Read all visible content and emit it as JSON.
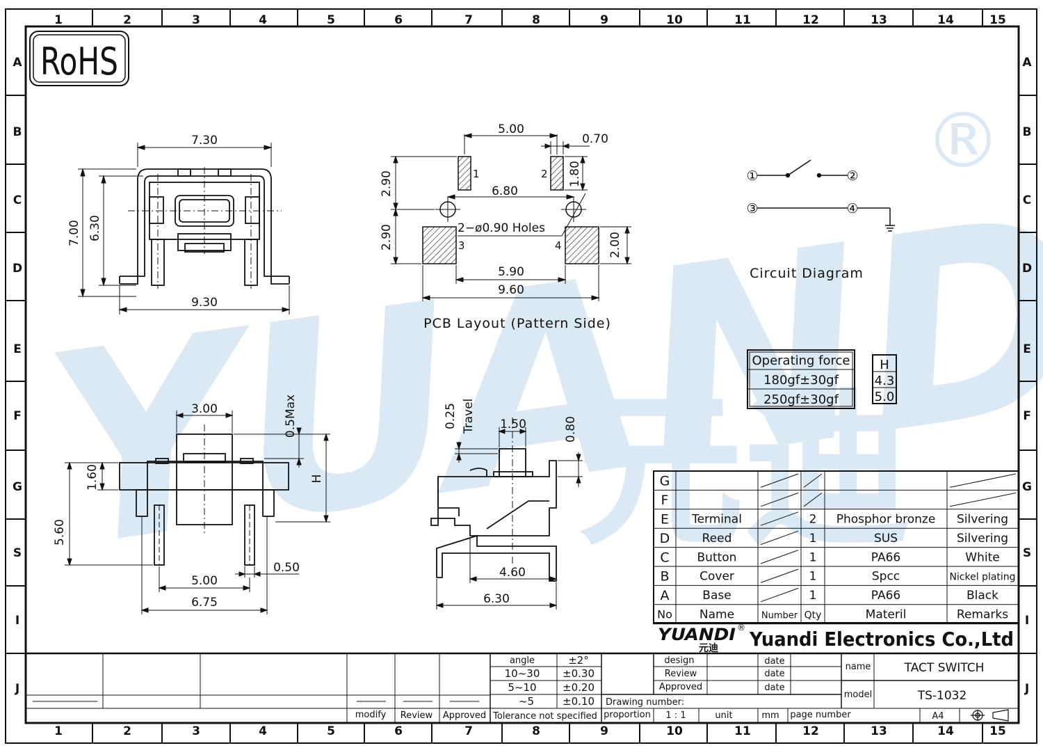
{
  "colors": {
    "ink": "#111111",
    "watermark": "#dbe9f4",
    "hatch": "#222222"
  },
  "border": {
    "columns": [
      "1",
      "2",
      "3",
      "4",
      "5",
      "6",
      "7",
      "8",
      "9",
      "10",
      "11",
      "12",
      "13",
      "14",
      "15"
    ],
    "rows_left": [
      "A",
      "B",
      "C",
      "D",
      "E",
      "F",
      "G",
      "S",
      "I",
      "J"
    ],
    "rows_right": [
      "A",
      "B",
      "C",
      "D",
      "E",
      "F",
      "G",
      "S",
      "I",
      "J"
    ]
  },
  "rohs_label": "RoHS",
  "watermark": {
    "brand": "YUANDI",
    "registered": "®",
    "cn": "元迪"
  },
  "top_view": {
    "width_top": "7.30",
    "height_total": "7.00",
    "height_inner": "6.30",
    "width_bottom": "9.30"
  },
  "pcb_layout": {
    "pitch_top": "5.00",
    "pad_width": "0.70",
    "pad_height": "1.80",
    "hole_pitch": "6.80",
    "upper_offset": "2.90",
    "lower_offset": "2.90",
    "holes_note": "2−ø0.90  Holes",
    "pad_size": "2.00",
    "inner_span": "5.90",
    "outer_span": "9.60",
    "pins": [
      "1",
      "2",
      "3",
      "4"
    ],
    "caption": "PCB  Layout  (Pattern  Side)"
  },
  "circuit": {
    "nodes": [
      "①",
      "②",
      "③",
      "④"
    ],
    "caption": "Circuit  Diagram"
  },
  "force_table": {
    "header": "Operating force",
    "rows": [
      "180gf±30gf",
      "250gf±30gf"
    ],
    "h_header": "H",
    "h_values": [
      "4.3",
      "5.0"
    ]
  },
  "front_view": {
    "top_width": "3.00",
    "max_label": "0.5Max",
    "h_label": "H",
    "body_height": "1.60",
    "total_height": "5.60",
    "pin_width": "0.50",
    "pin_pitch": "5.00",
    "overall_width": "6.75"
  },
  "side_view": {
    "travel_value": "0.25",
    "travel_label": "Travel",
    "actuator_width": "1.50",
    "step_height": "0.80",
    "body_width": "4.60",
    "overall_width": "6.30"
  },
  "bom": {
    "headers": [
      "No",
      "Name",
      "Number",
      "Qty",
      "Materil",
      "Remarks"
    ],
    "rows": [
      {
        "no": "G",
        "name": "",
        "qty": "",
        "material": "",
        "remarks": ""
      },
      {
        "no": "F",
        "name": "",
        "qty": "",
        "material": "",
        "remarks": ""
      },
      {
        "no": "E",
        "name": "Terminal",
        "qty": "2",
        "material": "Phosphor bronze",
        "remarks": "Silvering"
      },
      {
        "no": "D",
        "name": "Reed",
        "qty": "1",
        "material": "SUS",
        "remarks": "Silvering"
      },
      {
        "no": "C",
        "name": "Button",
        "qty": "1",
        "material": "PA66",
        "remarks": "White"
      },
      {
        "no": "B",
        "name": "Cover",
        "qty": "1",
        "material": "Spcc",
        "remarks": "Nickel plating"
      },
      {
        "no": "A",
        "name": "Base",
        "qty": "1",
        "material": "PA66",
        "remarks": "Black"
      }
    ]
  },
  "title_block": {
    "logo": "YUANDI",
    "logo_cn": "元迪",
    "logo_reg": "®",
    "company": "Yuandi Electronics Co.,Ltd",
    "tolerance": [
      {
        "range": "angle",
        "value": "±2°"
      },
      {
        "range": "10~30",
        "value": "±0.30"
      },
      {
        "range": "5~10",
        "value": "±0.20"
      },
      {
        "range": "~5",
        "value": "±0.10"
      }
    ],
    "tolerance_note": "Tolerance not specified",
    "rev_labels": [
      "modify",
      "Review",
      "Approved"
    ],
    "sign_labels": [
      "design",
      "Review",
      "Approved"
    ],
    "date_label": "date",
    "drawing_number_label": "Drawing number:",
    "proportion_label": "proportion",
    "proportion_value": "1 : 1",
    "unit_label": "unit",
    "unit_value": "mm",
    "page_number_label": "page number",
    "name_label": "name",
    "name_value": "TACT SWITCH",
    "model_label": "model",
    "model_value": "TS-1032",
    "paper_size": "A4"
  }
}
